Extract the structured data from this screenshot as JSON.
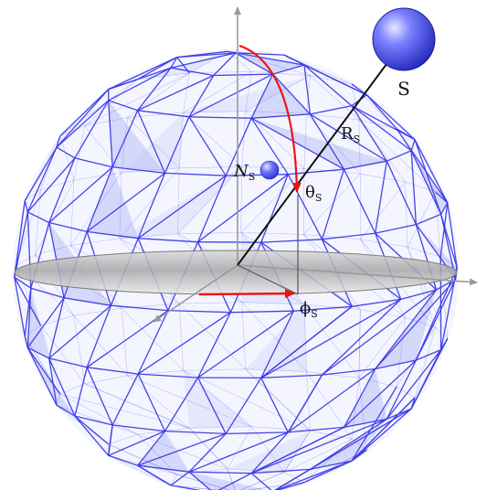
{
  "labels": {
    "source": "S",
    "distance": "R",
    "distance_sub": "S",
    "node": "N",
    "node_sub": "S",
    "theta": "θ",
    "theta_sub": "S",
    "phi": "ϕ",
    "phi_sub": "S"
  },
  "colors": {
    "mesh": "#3a3ae6",
    "mesh_fill": "#b9bff5",
    "axis": "#9a9a9a",
    "arc": "#ee1111",
    "line": "#111111",
    "equator_disk": "#9d9d9d",
    "sphere": "#3f48ea"
  }
}
